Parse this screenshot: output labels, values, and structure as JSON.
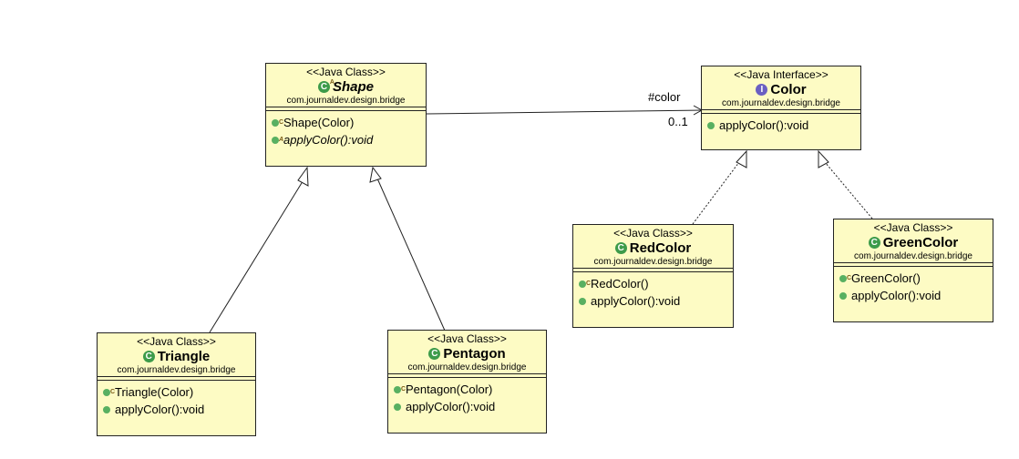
{
  "classes": {
    "shape": {
      "stereotype": "<<Java Class>>",
      "name": "Shape",
      "package": "com.journaldev.design.bridge",
      "members": [
        "Shape(Color)",
        "applyColor():void"
      ]
    },
    "color": {
      "stereotype": "<<Java Interface>>",
      "name": "Color",
      "package": "com.journaldev.design.bridge",
      "members": [
        "applyColor():void"
      ]
    },
    "triangle": {
      "stereotype": "<<Java Class>>",
      "name": "Triangle",
      "package": "com.journaldev.design.bridge",
      "members": [
        "Triangle(Color)",
        "applyColor():void"
      ]
    },
    "pentagon": {
      "stereotype": "<<Java Class>>",
      "name": "Pentagon",
      "package": "com.journaldev.design.bridge",
      "members": [
        "Pentagon(Color)",
        "applyColor():void"
      ]
    },
    "redcolor": {
      "stereotype": "<<Java Class>>",
      "name": "RedColor",
      "package": "com.journaldev.design.bridge",
      "members": [
        "RedColor()",
        "applyColor():void"
      ]
    },
    "greencolor": {
      "stereotype": "<<Java Class>>",
      "name": "GreenColor",
      "package": "com.journaldev.design.bridge",
      "members": [
        "GreenColor()",
        "applyColor():void"
      ]
    }
  },
  "association": {
    "role": "#color",
    "multiplicity": "0..1"
  },
  "icons": {
    "class": "class-icon",
    "interface": "interface-icon",
    "constructor": "constructor-icon",
    "method": "public-method-icon"
  },
  "colors": {
    "box_fill": "#fdfbc4",
    "class_icon": "#3d9b4a",
    "interface_icon": "#6a5fc2"
  }
}
